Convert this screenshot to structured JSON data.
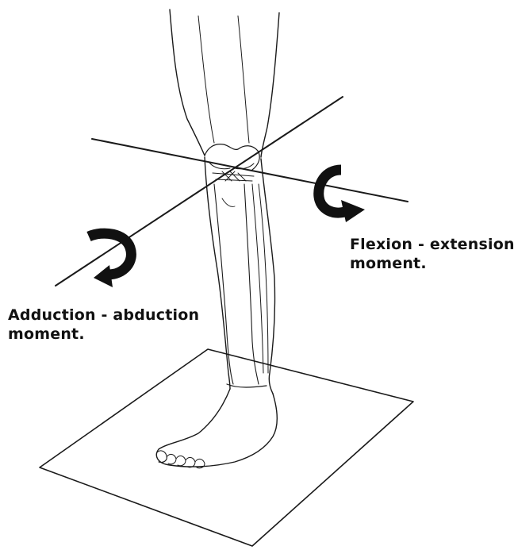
{
  "labels": {
    "flexion_line1": "Flexion - extension",
    "flexion_line2": "moment.",
    "adduction_line1": "Adduction - abduction",
    "adduction_line2": "moment."
  },
  "colors": {
    "ink": "#1a1a1a",
    "background": "#ffffff"
  },
  "icons": {
    "flexion_arrow": "curved-arrow-icon",
    "adduction_arrow": "curved-arrow-icon"
  }
}
